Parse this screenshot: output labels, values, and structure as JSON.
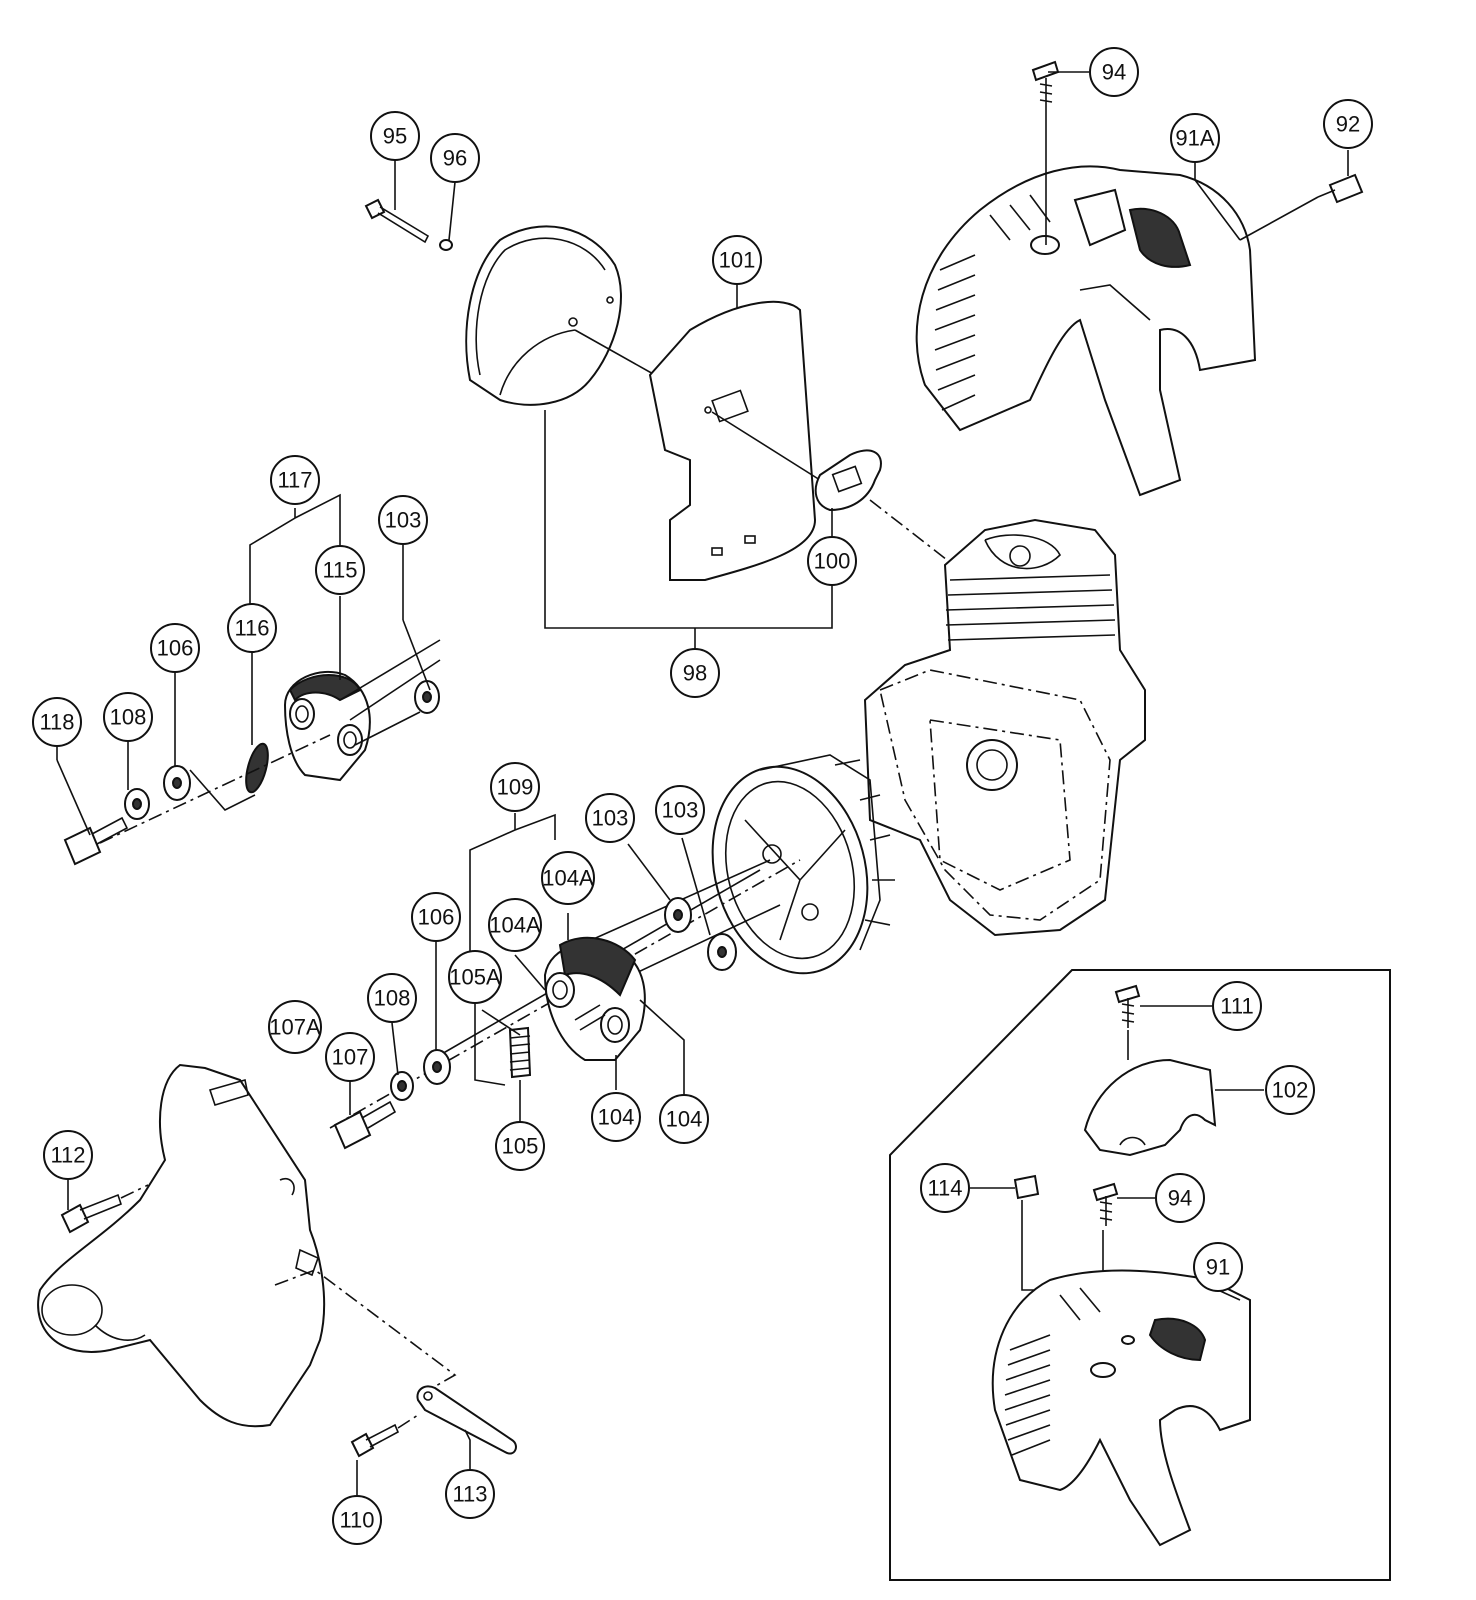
{
  "callouts": [
    {
      "id": "c94a",
      "label": "94"
    },
    {
      "id": "c95",
      "label": "95"
    },
    {
      "id": "c96",
      "label": "96"
    },
    {
      "id": "c91A",
      "label": "91A"
    },
    {
      "id": "c92",
      "label": "92"
    },
    {
      "id": "c101",
      "label": "101"
    },
    {
      "id": "c117",
      "label": "117"
    },
    {
      "id": "c103a",
      "label": "103"
    },
    {
      "id": "c115",
      "label": "115"
    },
    {
      "id": "c116",
      "label": "116"
    },
    {
      "id": "c106a",
      "label": "106"
    },
    {
      "id": "c118",
      "label": "118"
    },
    {
      "id": "c108a",
      "label": "108"
    },
    {
      "id": "c100",
      "label": "100"
    },
    {
      "id": "c98",
      "label": "98"
    },
    {
      "id": "c109",
      "label": "109"
    },
    {
      "id": "c103b",
      "label": "103"
    },
    {
      "id": "c103c",
      "label": "103"
    },
    {
      "id": "c104Aa",
      "label": "104A"
    },
    {
      "id": "c104Ab",
      "label": "104A"
    },
    {
      "id": "c106b",
      "label": "106"
    },
    {
      "id": "c105A",
      "label": "105A"
    },
    {
      "id": "c108b",
      "label": "108"
    },
    {
      "id": "c107A",
      "label": "107A"
    },
    {
      "id": "c107",
      "label": "107"
    },
    {
      "id": "c105",
      "label": "105"
    },
    {
      "id": "c104a",
      "label": "104"
    },
    {
      "id": "c104b",
      "label": "104"
    },
    {
      "id": "c112",
      "label": "112"
    },
    {
      "id": "c111",
      "label": "111"
    },
    {
      "id": "c102",
      "label": "102"
    },
    {
      "id": "c114",
      "label": "114"
    },
    {
      "id": "c94b",
      "label": "94"
    },
    {
      "id": "c91",
      "label": "91"
    },
    {
      "id": "c110",
      "label": "110"
    },
    {
      "id": "c113",
      "label": "113"
    }
  ]
}
